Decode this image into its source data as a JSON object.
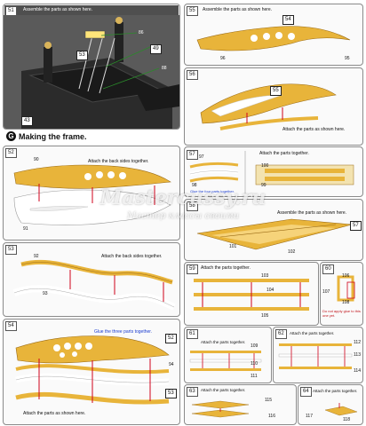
{
  "left_column": {
    "step51": {
      "number": "51",
      "caption": "Assemble the parts as shown here.",
      "callouts": [
        "86",
        "53",
        "49",
        "88",
        "43"
      ]
    },
    "section": {
      "letter": "G",
      "title": "Making the frame."
    },
    "step52": {
      "number": "52",
      "caption": "Attach the back sides together.",
      "callouts": [
        "90",
        "91"
      ]
    },
    "step53": {
      "number": "53",
      "caption": "Attach the back sides together.",
      "callouts": [
        "92",
        "93"
      ]
    },
    "step54": {
      "number": "54",
      "caption": "Glue the three parts together.",
      "caption2": "Attach the parts as shown here.",
      "callouts": [
        "52",
        "94",
        "53"
      ]
    }
  },
  "right_column": {
    "step55": {
      "number": "55",
      "caption": "Assemble the parts as shown here.",
      "callouts": [
        "54",
        "96",
        "95"
      ]
    },
    "step56": {
      "number": "56",
      "caption": "Attach the parts as shown here.",
      "callouts": [
        "55"
      ]
    },
    "step57": {
      "number": "57",
      "caption": "Attach the parts together.",
      "callouts": [
        "97",
        "98",
        "100",
        "99"
      ],
      "note": "Glue the four parts together."
    },
    "step58": {
      "number": "58",
      "caption": "Assemble the parts as shown here.",
      "callouts": [
        "57",
        "101",
        "102"
      ]
    },
    "step59": {
      "number": "59",
      "caption": "Attach the parts together.",
      "callouts": [
        "103",
        "104",
        "105"
      ]
    },
    "step60": {
      "number": "60",
      "callouts": [
        "106",
        "107",
        "108"
      ],
      "note": "Do not apply glue to this one yet."
    },
    "step61": {
      "number": "61",
      "caption": "Attach the parts together.",
      "callouts": [
        "109",
        "110",
        "111"
      ]
    },
    "step62": {
      "number": "62",
      "caption": "Attach the parts together.",
      "callouts": [
        "112",
        "113",
        "114"
      ]
    },
    "step63": {
      "number": "63",
      "caption": "Attach the parts together.",
      "callouts": [
        "115",
        "116"
      ]
    },
    "step64": {
      "number": "64",
      "caption": "Attach the parts together.",
      "callouts": [
        "117",
        "118"
      ]
    }
  },
  "watermark": {
    "line1": "Mastercussy.ru",
    "line2": "Мастер классы своими"
  },
  "colors": {
    "wood": "#e8b43a",
    "dark_wood": "#b5781c",
    "header": "#6b6b6b",
    "red_arrow": "#d0021b"
  }
}
